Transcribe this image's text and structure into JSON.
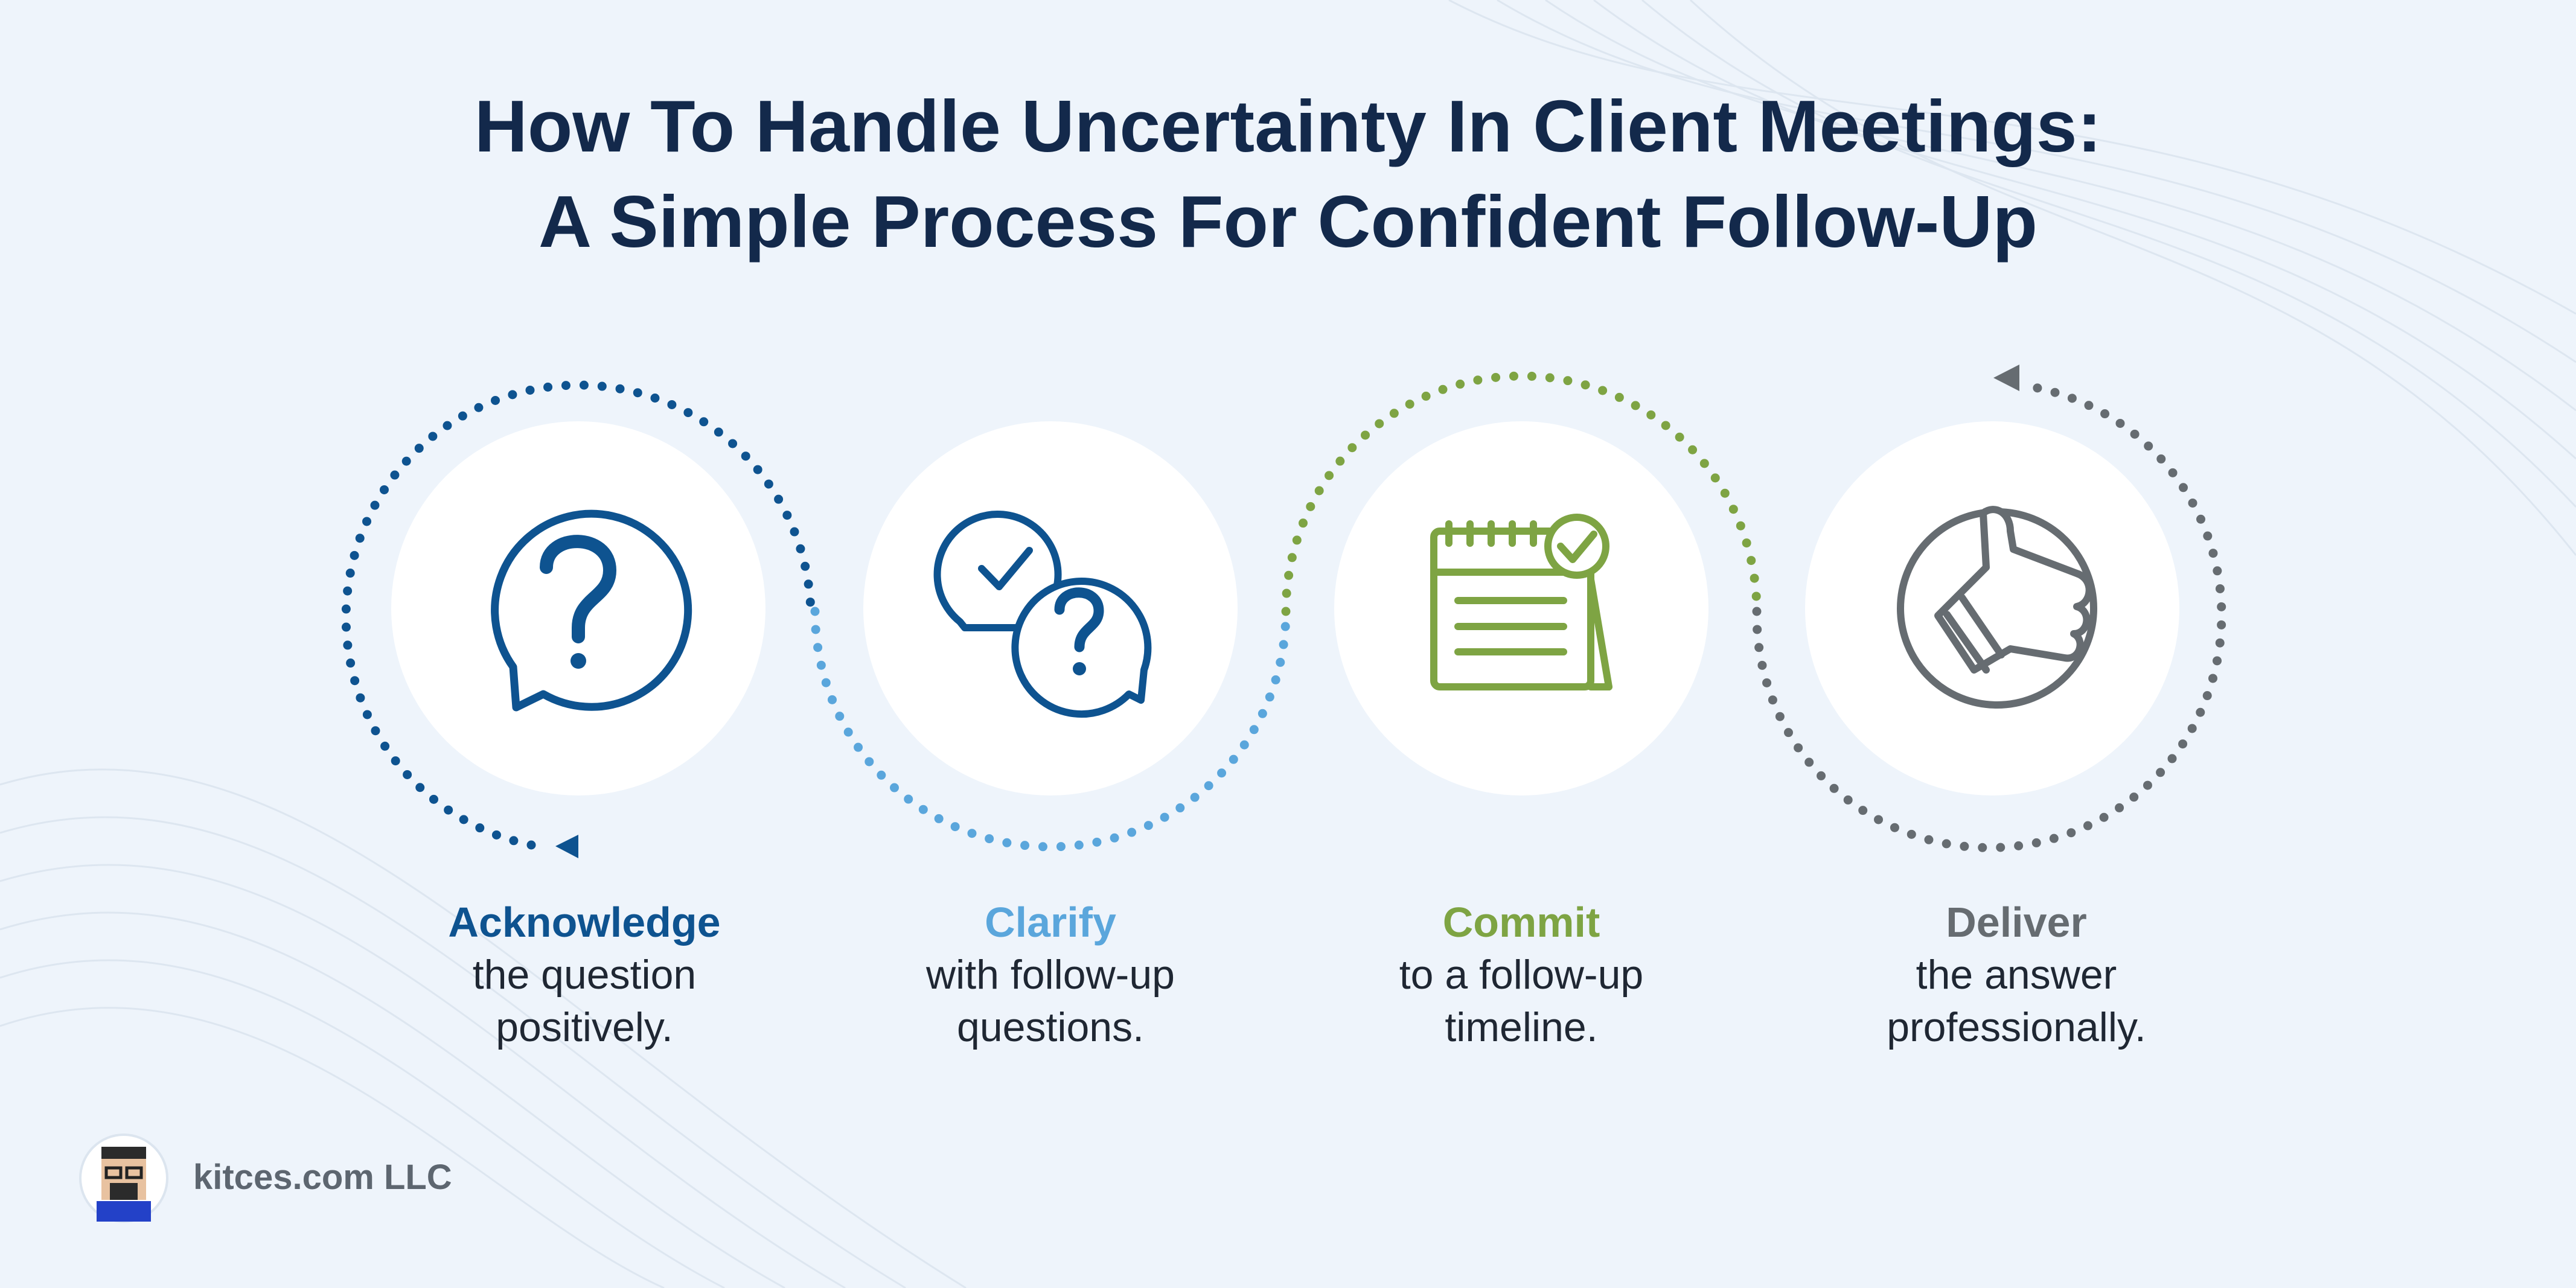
{
  "title": {
    "line1": "How To Handle Uncertainty In Client Meetings:",
    "line2": "A Simple Process For Confident Follow-Up"
  },
  "colors": {
    "background": "#eef4fb",
    "title": "#13294b",
    "body_text": "#1f2733",
    "dark_blue": "#0e5390",
    "light_blue": "#5aa6dc",
    "green": "#7ea443",
    "gray": "#666c71"
  },
  "steps": [
    {
      "head": "Acknowledge",
      "line1": "the question",
      "line2": "positively.",
      "color": "#0e5390",
      "icon": "question-bubble-icon"
    },
    {
      "head": "Clarify",
      "line1": "with follow-up",
      "line2": "questions.",
      "color": "#5aa6dc",
      "icon": "chat-bubbles-icon"
    },
    {
      "head": "Commit",
      "line1": "to a follow-up",
      "line2": "timeline.",
      "color": "#7ea443",
      "icon": "calendar-check-icon"
    },
    {
      "head": "Deliver",
      "line1": "the answer",
      "line2": "professionally.",
      "color": "#666c71",
      "icon": "thumbs-up-icon"
    }
  ],
  "footer": {
    "label": "kitces.com LLC",
    "icon": "avatar"
  }
}
